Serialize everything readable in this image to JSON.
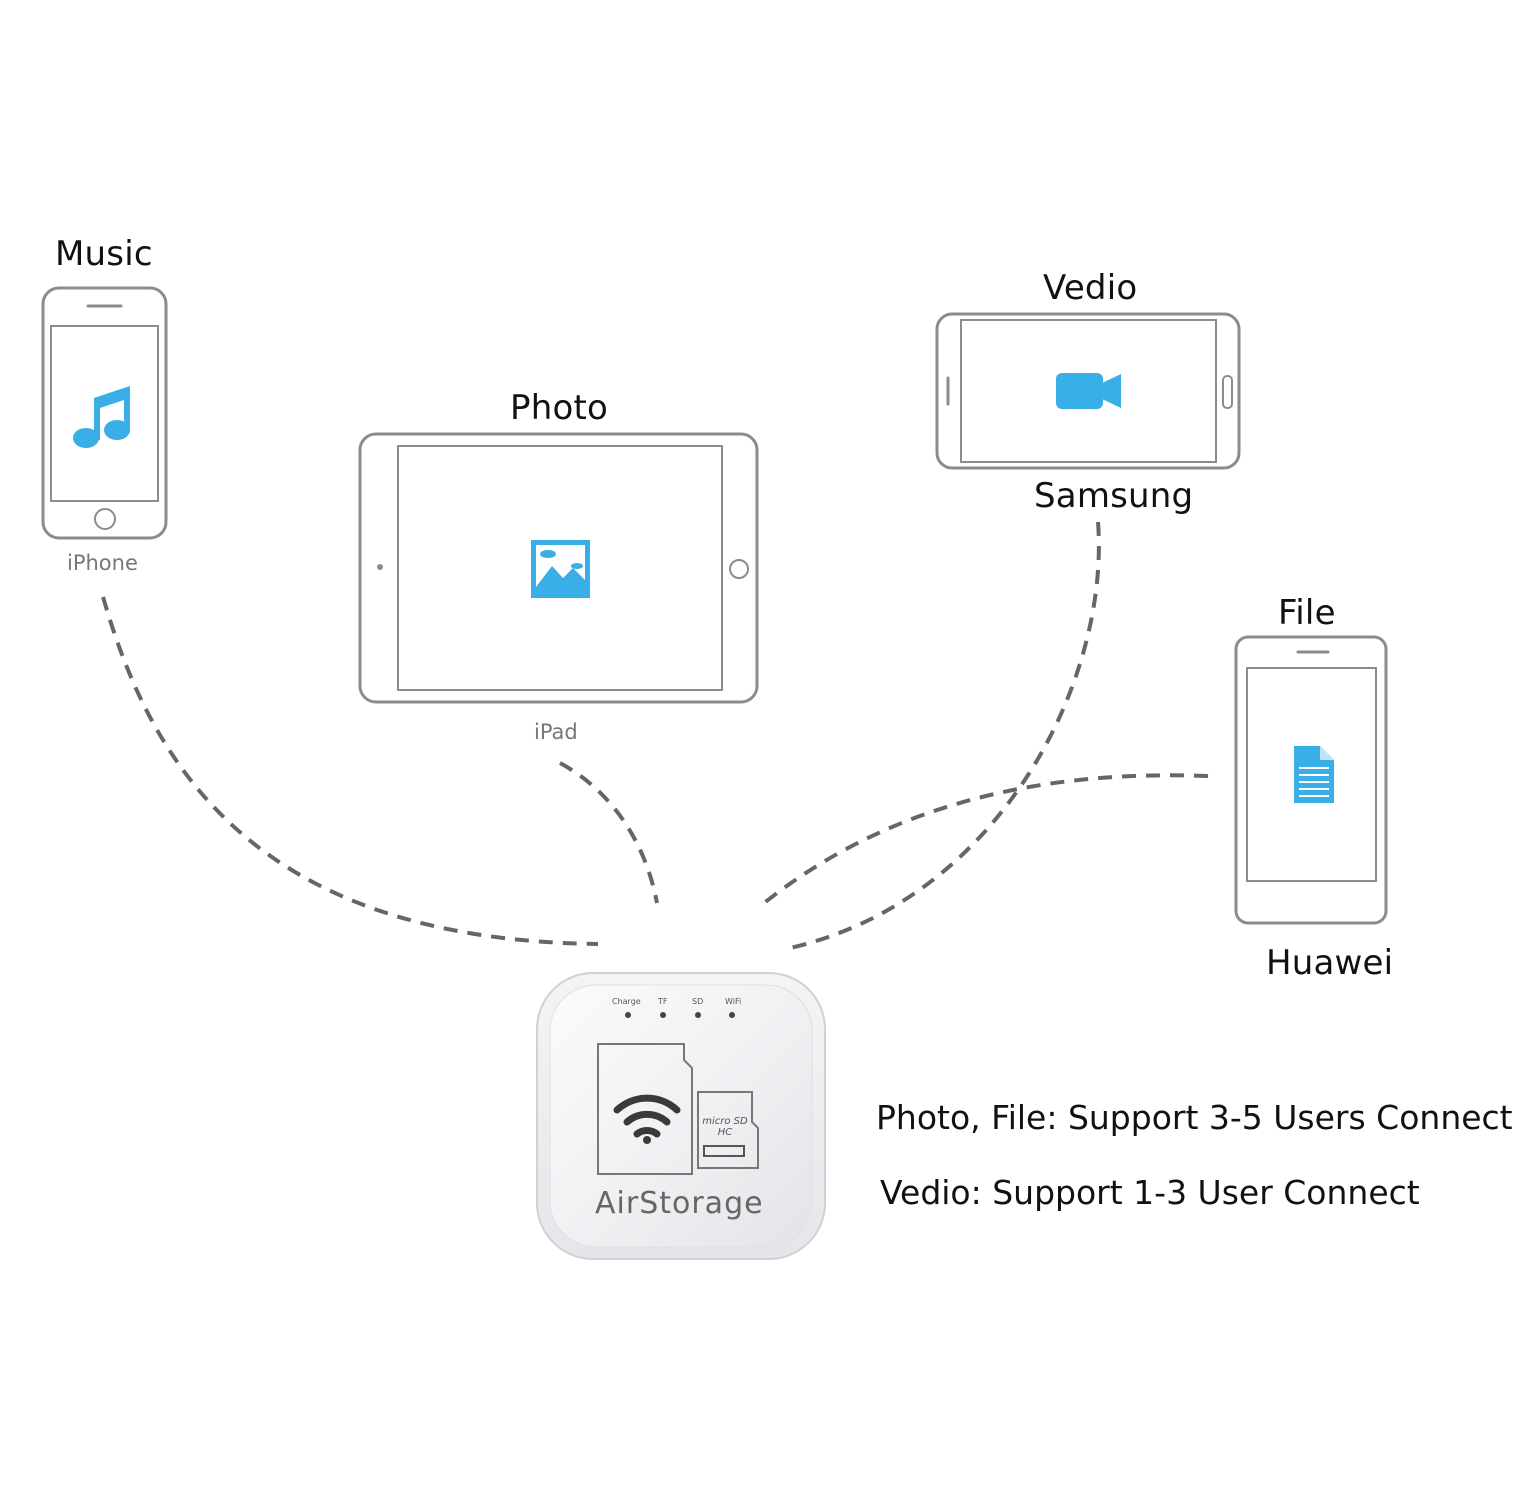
{
  "devices": {
    "iphone": {
      "caption": "Music",
      "label": "iPhone",
      "content_icon": "music-note-icon"
    },
    "ipad": {
      "caption": "Photo",
      "label": "iPad",
      "content_icon": "image-icon"
    },
    "samsung": {
      "caption": "Vedio",
      "label": "Samsung",
      "content_icon": "video-camera-icon"
    },
    "huawei": {
      "caption": "File",
      "label": "Huawei",
      "content_icon": "document-icon"
    }
  },
  "hub": {
    "brand": "AirStorage",
    "indicators": [
      "Charge",
      "TF",
      "SD",
      "WiFi"
    ],
    "card_text": "micro SD HC",
    "icon": "wifi-icon"
  },
  "notes": [
    "Photo, File: Support 3-5 Users Connect",
    "Vedio: Support 1-3 User Connect"
  ],
  "colors": {
    "accent": "#3aaee6",
    "outline": "#9a9a9a",
    "dash": "#666666"
  }
}
